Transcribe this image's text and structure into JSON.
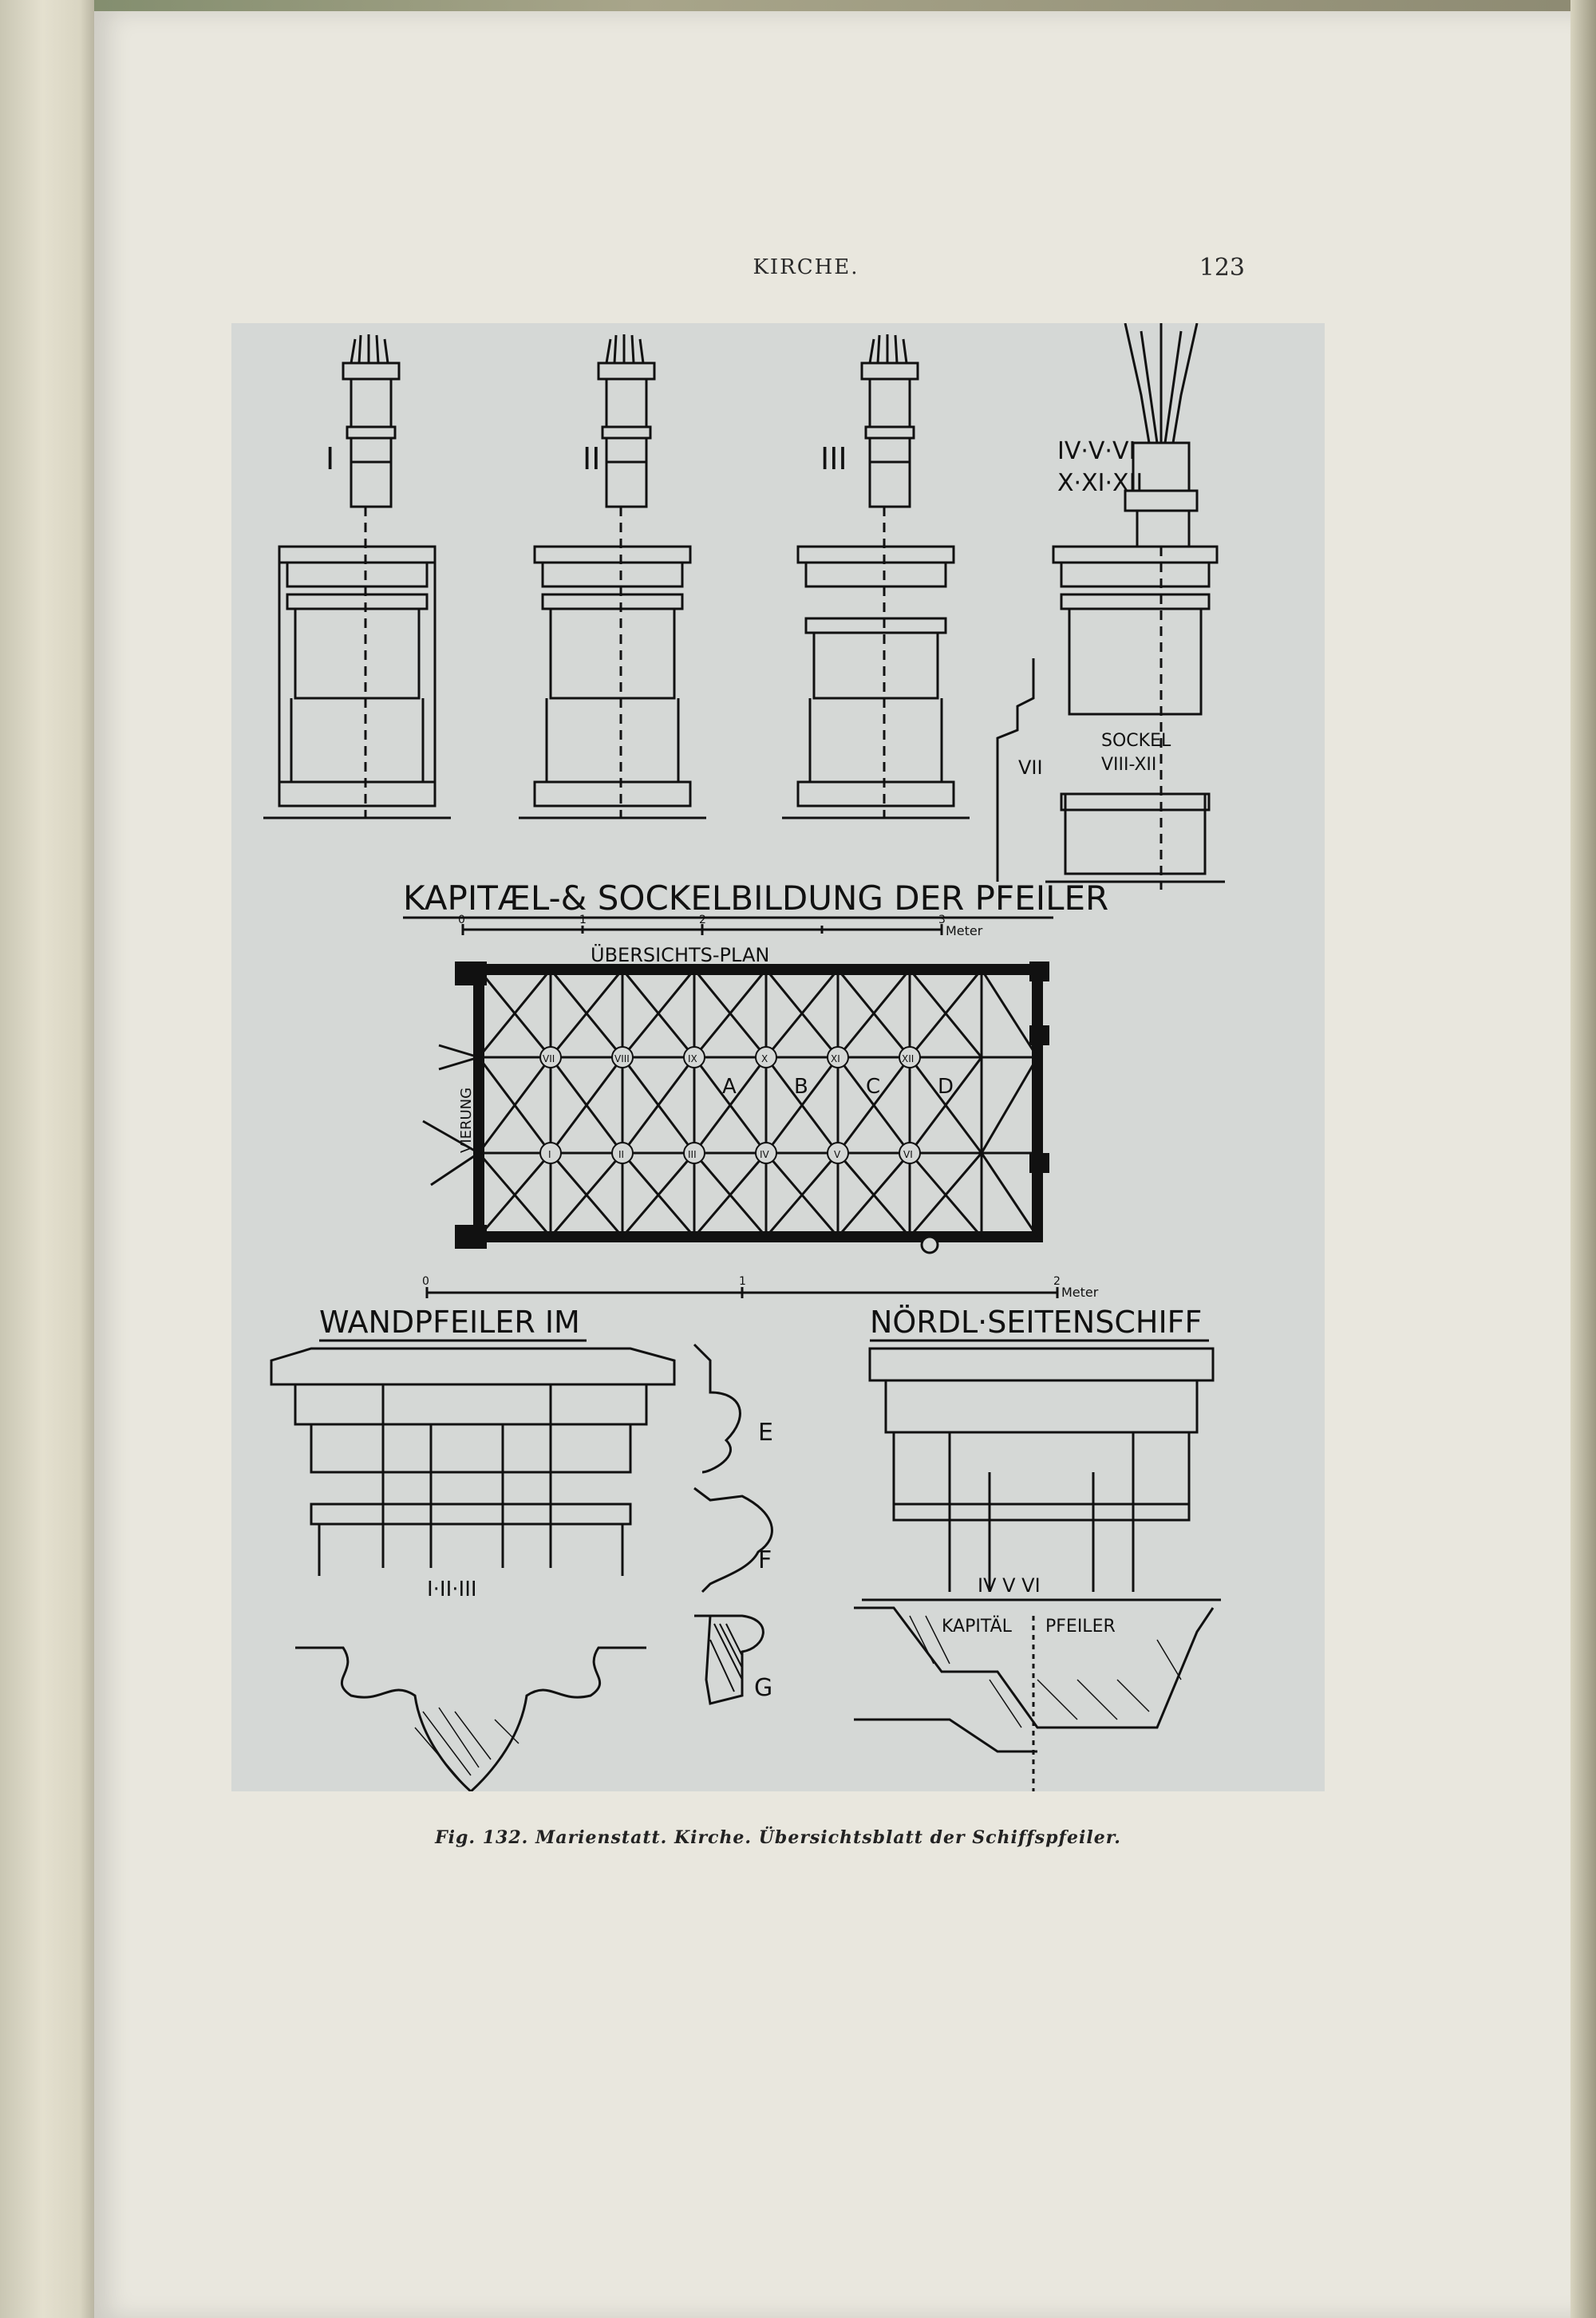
{
  "running_head": "KIRCHE.",
  "page_number": "123",
  "caption": "Fig. 132. Marienstatt. Kirche. Übersichtsblatt der Schiffspfeiler.",
  "drawing": {
    "pier_labels": [
      "I",
      "II",
      "III",
      "IV·V·VI",
      "X·XI·XII",
      "VII",
      "SOCKEL",
      "VIII-XII"
    ],
    "heading_capitals": "KAPITÆL-& SOCKELBILDUNG DER PFEILER",
    "scale_top": {
      "ticks": [
        "0",
        "1",
        "2",
        "3"
      ],
      "unit": "Meter"
    },
    "plan_title": "ÜBERSICHTS-PLAN",
    "plan_side_label": "VIERUNG",
    "plan_upper_piers": [
      "VII",
      "VIII",
      "IX",
      "X",
      "XI",
      "XII"
    ],
    "plan_lower_piers": [
      "I",
      "II",
      "III",
      "IV",
      "V",
      "VI"
    ],
    "plan_bays": [
      "A",
      "B",
      "C",
      "D"
    ],
    "scale_bottom": {
      "ticks": [
        "0",
        "1",
        "2"
      ],
      "unit": "Meter"
    },
    "heading_wall_piers_left": "WANDPFEILER IM",
    "heading_wall_piers_right": "NÖRDL·SEITENSCHIFF",
    "wall_pier_left_label": "I·II·III",
    "profile_labels": [
      "E",
      "F",
      "G"
    ],
    "wall_pier_right_label": "IV V VI",
    "section_labels": [
      "KAPITÄL",
      "PFEILER"
    ]
  }
}
